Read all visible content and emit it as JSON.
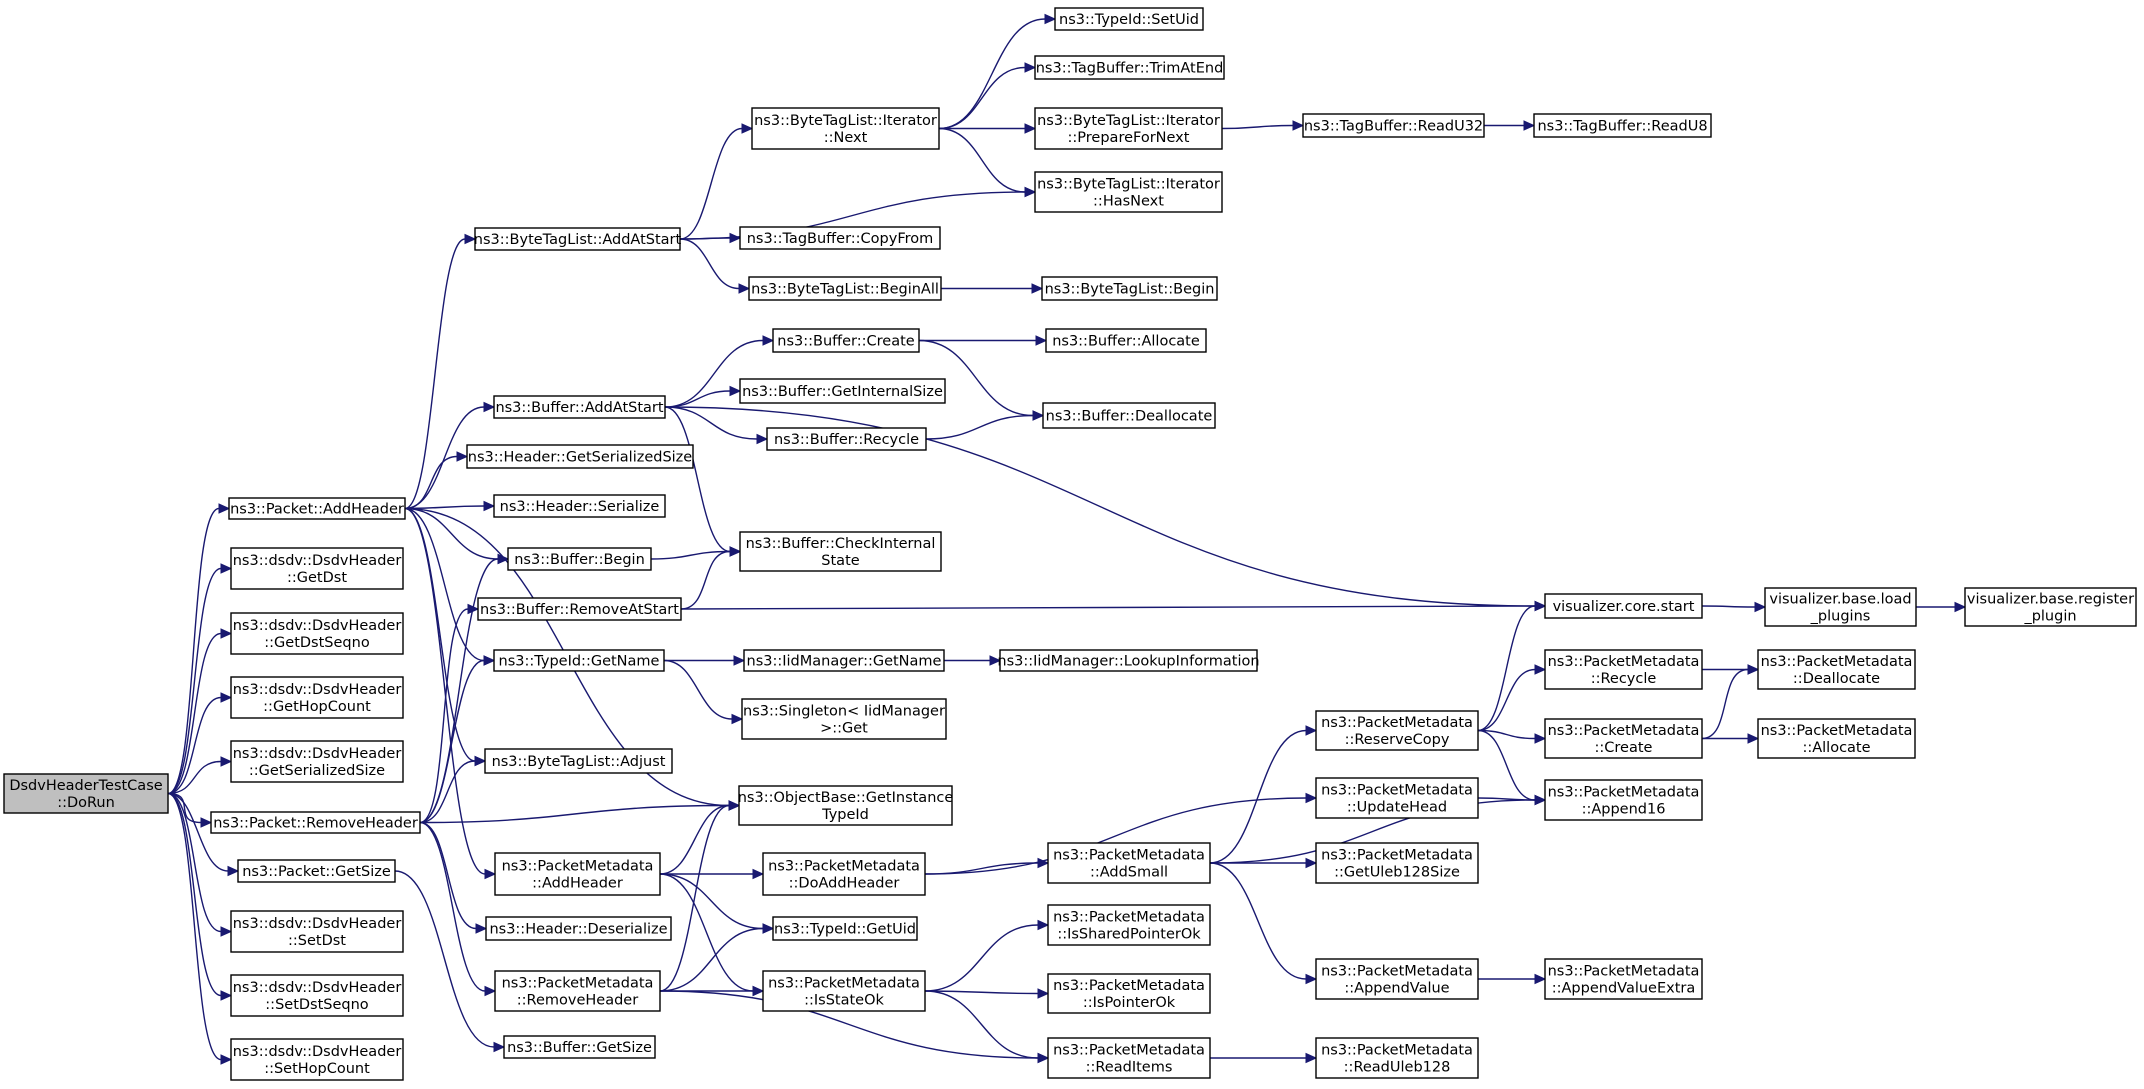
{
  "graph": {
    "nodes": [
      {
        "id": "dorun",
        "lines": [
          "DsdvHeaderTestCase",
          "::DoRun"
        ],
        "root": true
      },
      {
        "id": "p_addheader",
        "lines": [
          "ns3::Packet::AddHeader"
        ]
      },
      {
        "id": "getdst",
        "lines": [
          "ns3::dsdv::DsdvHeader",
          "::GetDst"
        ]
      },
      {
        "id": "getdstseqno",
        "lines": [
          "ns3::dsdv::DsdvHeader",
          "::GetDstSeqno"
        ]
      },
      {
        "id": "gethopcount",
        "lines": [
          "ns3::dsdv::DsdvHeader",
          "::GetHopCount"
        ]
      },
      {
        "id": "getserializedsize",
        "lines": [
          "ns3::dsdv::DsdvHeader",
          "::GetSerializedSize"
        ]
      },
      {
        "id": "p_removeheader",
        "lines": [
          "ns3::Packet::RemoveHeader"
        ]
      },
      {
        "id": "p_getsize",
        "lines": [
          "ns3::Packet::GetSize"
        ]
      },
      {
        "id": "setdst",
        "lines": [
          "ns3::dsdv::DsdvHeader",
          "::SetDst"
        ]
      },
      {
        "id": "setdstseqno",
        "lines": [
          "ns3::dsdv::DsdvHeader",
          "::SetDstSeqno"
        ]
      },
      {
        "id": "sethopcount",
        "lines": [
          "ns3::dsdv::DsdvHeader",
          "::SetHopCount"
        ]
      },
      {
        "id": "btl_addatstart",
        "lines": [
          "ns3::ByteTagList::AddAtStart"
        ]
      },
      {
        "id": "b_addatstart",
        "lines": [
          "ns3::Buffer::AddAtStart"
        ]
      },
      {
        "id": "h_getserializedsize",
        "lines": [
          "ns3::Header::GetSerializedSize"
        ]
      },
      {
        "id": "h_serialize",
        "lines": [
          "ns3::Header::Serialize"
        ]
      },
      {
        "id": "b_begin",
        "lines": [
          "ns3::Buffer::Begin"
        ]
      },
      {
        "id": "b_removeatstart",
        "lines": [
          "ns3::Buffer::RemoveAtStart"
        ]
      },
      {
        "id": "tid_getname",
        "lines": [
          "ns3::TypeId::GetName"
        ]
      },
      {
        "id": "btl_adjust",
        "lines": [
          "ns3::ByteTagList::Adjust"
        ]
      },
      {
        "id": "pm_addheader",
        "lines": [
          "ns3::PacketMetadata",
          "::AddHeader"
        ]
      },
      {
        "id": "h_deserialize",
        "lines": [
          "ns3::Header::Deserialize"
        ]
      },
      {
        "id": "pm_removeheader",
        "lines": [
          "ns3::PacketMetadata",
          "::RemoveHeader"
        ]
      },
      {
        "id": "b_getsize",
        "lines": [
          "ns3::Buffer::GetSize"
        ]
      },
      {
        "id": "btli_next",
        "lines": [
          "ns3::ByteTagList::Iterator",
          "::Next"
        ]
      },
      {
        "id": "tb_copyfrom",
        "lines": [
          "ns3::TagBuffer::CopyFrom"
        ]
      },
      {
        "id": "btl_beginall",
        "lines": [
          "ns3::ByteTagList::BeginAll"
        ]
      },
      {
        "id": "b_create",
        "lines": [
          "ns3::Buffer::Create"
        ]
      },
      {
        "id": "b_getinternalsize",
        "lines": [
          "ns3::Buffer::GetInternalSize"
        ]
      },
      {
        "id": "b_recycle",
        "lines": [
          "ns3::Buffer::Recycle"
        ]
      },
      {
        "id": "b_checkinternalstate",
        "lines": [
          "ns3::Buffer::CheckInternal",
          "State"
        ]
      },
      {
        "id": "iid_getname",
        "lines": [
          "ns3::IidManager::GetName"
        ]
      },
      {
        "id": "singleton_get",
        "lines": [
          "ns3::Singleton< IidManager",
          ">::Get"
        ]
      },
      {
        "id": "ob_getinstancetypeid",
        "lines": [
          "ns3::ObjectBase::GetInstance",
          "TypeId"
        ]
      },
      {
        "id": "pm_doaddheader",
        "lines": [
          "ns3::PacketMetadata",
          "::DoAddHeader"
        ]
      },
      {
        "id": "tid_getuid",
        "lines": [
          "ns3::TypeId::GetUid"
        ]
      },
      {
        "id": "pm_isstateok",
        "lines": [
          "ns3::PacketMetadata",
          "::IsStateOk"
        ]
      },
      {
        "id": "tid_setuid",
        "lines": [
          "ns3::TypeId::SetUid"
        ]
      },
      {
        "id": "tb_trimatend",
        "lines": [
          "ns3::TagBuffer::TrimAtEnd"
        ]
      },
      {
        "id": "btli_preparefornext",
        "lines": [
          "ns3::ByteTagList::Iterator",
          "::PrepareForNext"
        ]
      },
      {
        "id": "btli_hasnext",
        "lines": [
          "ns3::ByteTagList::Iterator",
          "::HasNext"
        ]
      },
      {
        "id": "btl_begin",
        "lines": [
          "ns3::ByteTagList::Begin"
        ]
      },
      {
        "id": "b_allocate",
        "lines": [
          "ns3::Buffer::Allocate"
        ]
      },
      {
        "id": "b_deallocate",
        "lines": [
          "ns3::Buffer::Deallocate"
        ]
      },
      {
        "id": "iid_lookupinformation",
        "lines": [
          "ns3::IidManager::LookupInformation"
        ]
      },
      {
        "id": "pm_addsmall",
        "lines": [
          "ns3::PacketMetadata",
          "::AddSmall"
        ]
      },
      {
        "id": "pm_issharedpointerok",
        "lines": [
          "ns3::PacketMetadata",
          "::IsSharedPointerOk"
        ]
      },
      {
        "id": "pm_ispointerok",
        "lines": [
          "ns3::PacketMetadata",
          "::IsPointerOk"
        ]
      },
      {
        "id": "pm_readitems",
        "lines": [
          "ns3::PacketMetadata",
          "::ReadItems"
        ]
      },
      {
        "id": "tb_readu32",
        "lines": [
          "ns3::TagBuffer::ReadU32"
        ]
      },
      {
        "id": "tb_readu8",
        "lines": [
          "ns3::TagBuffer::ReadU8"
        ]
      },
      {
        "id": "pm_reservecopy",
        "lines": [
          "ns3::PacketMetadata",
          "::ReserveCopy"
        ]
      },
      {
        "id": "pm_updatehead",
        "lines": [
          "ns3::PacketMetadata",
          "::UpdateHead"
        ]
      },
      {
        "id": "pm_getuleb128size",
        "lines": [
          "ns3::PacketMetadata",
          "::GetUleb128Size"
        ]
      },
      {
        "id": "pm_appendvalue",
        "lines": [
          "ns3::PacketMetadata",
          "::AppendValue"
        ]
      },
      {
        "id": "pm_readuleb128",
        "lines": [
          "ns3::PacketMetadata",
          "::ReadUleb128"
        ]
      },
      {
        "id": "vis_core_start",
        "lines": [
          "visualizer.core.start"
        ]
      },
      {
        "id": "pm_recycle",
        "lines": [
          "ns3::PacketMetadata",
          "::Recycle"
        ]
      },
      {
        "id": "pm_create",
        "lines": [
          "ns3::PacketMetadata",
          "::Create"
        ]
      },
      {
        "id": "pm_append16",
        "lines": [
          "ns3::PacketMetadata",
          "::Append16"
        ]
      },
      {
        "id": "pm_appendvalueextra",
        "lines": [
          "ns3::PacketMetadata",
          "::AppendValueExtra"
        ]
      },
      {
        "id": "vis_base_load_plugins",
        "lines": [
          "visualizer.base.load",
          "_plugins"
        ]
      },
      {
        "id": "pm_deallocate",
        "lines": [
          "ns3::PacketMetadata",
          "::Deallocate"
        ]
      },
      {
        "id": "pm_allocate",
        "lines": [
          "ns3::PacketMetadata",
          "::Allocate"
        ]
      },
      {
        "id": "vis_base_register_plugin",
        "lines": [
          "visualizer.base.register",
          "_plugin"
        ]
      }
    ],
    "edges": [
      [
        "dorun",
        "p_addheader"
      ],
      [
        "dorun",
        "getdst"
      ],
      [
        "dorun",
        "getdstseqno"
      ],
      [
        "dorun",
        "gethopcount"
      ],
      [
        "dorun",
        "getserializedsize"
      ],
      [
        "dorun",
        "p_removeheader"
      ],
      [
        "dorun",
        "p_getsize"
      ],
      [
        "dorun",
        "setdst"
      ],
      [
        "dorun",
        "setdstseqno"
      ],
      [
        "dorun",
        "sethopcount"
      ],
      [
        "p_addheader",
        "btl_addatstart"
      ],
      [
        "p_addheader",
        "b_addatstart"
      ],
      [
        "p_addheader",
        "h_getserializedsize"
      ],
      [
        "p_addheader",
        "h_serialize"
      ],
      [
        "p_addheader",
        "b_begin"
      ],
      [
        "p_addheader",
        "tid_getname"
      ],
      [
        "p_addheader",
        "btl_adjust"
      ],
      [
        "p_addheader",
        "ob_getinstancetypeid"
      ],
      [
        "p_addheader",
        "pm_addheader"
      ],
      [
        "p_removeheader",
        "b_begin"
      ],
      [
        "p_removeheader",
        "b_removeatstart"
      ],
      [
        "p_removeheader",
        "tid_getname"
      ],
      [
        "p_removeheader",
        "btl_adjust"
      ],
      [
        "p_removeheader",
        "ob_getinstancetypeid"
      ],
      [
        "p_removeheader",
        "h_deserialize"
      ],
      [
        "p_removeheader",
        "pm_removeheader"
      ],
      [
        "p_getsize",
        "b_getsize"
      ],
      [
        "btl_addatstart",
        "btli_next"
      ],
      [
        "btl_addatstart",
        "btli_hasnext"
      ],
      [
        "btl_addatstart",
        "tb_copyfrom"
      ],
      [
        "btl_addatstart",
        "btl_beginall"
      ],
      [
        "btli_next",
        "tid_setuid"
      ],
      [
        "btli_next",
        "tb_trimatend"
      ],
      [
        "btli_next",
        "btli_preparefornext"
      ],
      [
        "btli_next",
        "btli_hasnext"
      ],
      [
        "btli_preparefornext",
        "tb_readu32"
      ],
      [
        "tb_readu32",
        "tb_readu8"
      ],
      [
        "btl_beginall",
        "btl_begin"
      ],
      [
        "b_addatstart",
        "b_create"
      ],
      [
        "b_addatstart",
        "b_getinternalsize"
      ],
      [
        "b_addatstart",
        "b_recycle"
      ],
      [
        "b_addatstart",
        "b_checkinternalstate"
      ],
      [
        "b_addatstart",
        "vis_core_start"
      ],
      [
        "b_create",
        "b_allocate"
      ],
      [
        "b_create",
        "b_deallocate"
      ],
      [
        "b_recycle",
        "b_deallocate"
      ],
      [
        "b_begin",
        "b_checkinternalstate"
      ],
      [
        "b_removeatstart",
        "b_checkinternalstate"
      ],
      [
        "b_removeatstart",
        "vis_core_start"
      ],
      [
        "tid_getname",
        "iid_getname"
      ],
      [
        "tid_getname",
        "singleton_get"
      ],
      [
        "iid_getname",
        "iid_lookupinformation"
      ],
      [
        "pm_addheader",
        "ob_getinstancetypeid"
      ],
      [
        "pm_addheader",
        "pm_doaddheader"
      ],
      [
        "pm_addheader",
        "tid_getuid"
      ],
      [
        "pm_addheader",
        "pm_isstateok"
      ],
      [
        "pm_removeheader",
        "ob_getinstancetypeid"
      ],
      [
        "pm_removeheader",
        "tid_getuid"
      ],
      [
        "pm_removeheader",
        "pm_isstateok"
      ],
      [
        "pm_removeheader",
        "pm_readitems"
      ],
      [
        "pm_doaddheader",
        "pm_addsmall"
      ],
      [
        "pm_doaddheader",
        "pm_updatehead"
      ],
      [
        "pm_isstateok",
        "pm_issharedpointerok"
      ],
      [
        "pm_isstateok",
        "pm_ispointerok"
      ],
      [
        "pm_isstateok",
        "pm_readitems"
      ],
      [
        "pm_readitems",
        "pm_readuleb128"
      ],
      [
        "pm_addsmall",
        "pm_reservecopy"
      ],
      [
        "pm_addsmall",
        "pm_getuleb128size"
      ],
      [
        "pm_addsmall",
        "pm_appendvalue"
      ],
      [
        "pm_addsmall",
        "pm_append16"
      ],
      [
        "pm_reservecopy",
        "vis_core_start"
      ],
      [
        "pm_reservecopy",
        "pm_recycle"
      ],
      [
        "pm_reservecopy",
        "pm_create"
      ],
      [
        "pm_reservecopy",
        "pm_append16"
      ],
      [
        "pm_updatehead",
        "pm_append16"
      ],
      [
        "pm_appendvalue",
        "pm_appendvalueextra"
      ],
      [
        "pm_recycle",
        "pm_deallocate"
      ],
      [
        "pm_create",
        "pm_deallocate"
      ],
      [
        "pm_create",
        "pm_allocate"
      ],
      [
        "vis_core_start",
        "vis_base_load_plugins"
      ],
      [
        "vis_base_load_plugins",
        "vis_base_register_plugin"
      ]
    ]
  }
}
